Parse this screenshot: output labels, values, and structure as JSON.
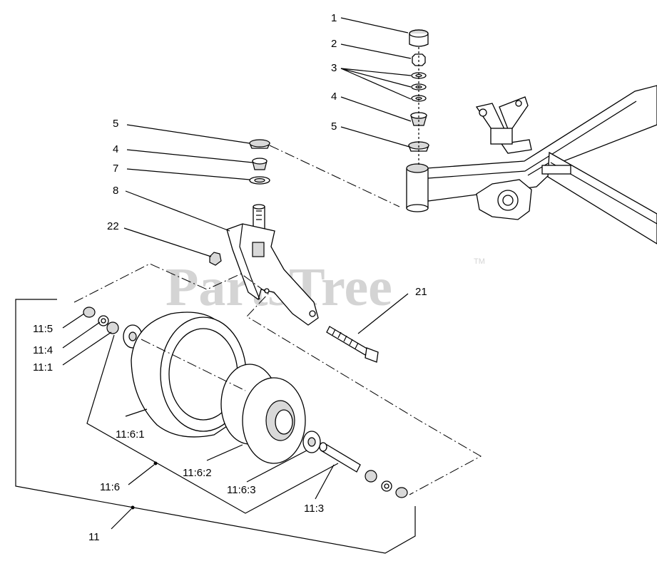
{
  "watermark": {
    "text": "PartsTree",
    "trademark": "TM"
  },
  "callouts": {
    "c1": "1",
    "c2": "2",
    "c3": "3",
    "c4a": "4",
    "c5a": "5",
    "c5b": "5",
    "c4b": "4",
    "c7": "7",
    "c8": "8",
    "c22": "22",
    "c21": "21",
    "c11_5": "11:5",
    "c11_4": "11:4",
    "c11_1": "11:1",
    "c11_6_1": "11:6:1",
    "c11_6_2": "11:6:2",
    "c11_6_3": "11:6:3",
    "c11_6": "11:6",
    "c11_3": "11:3",
    "c11": "11"
  }
}
